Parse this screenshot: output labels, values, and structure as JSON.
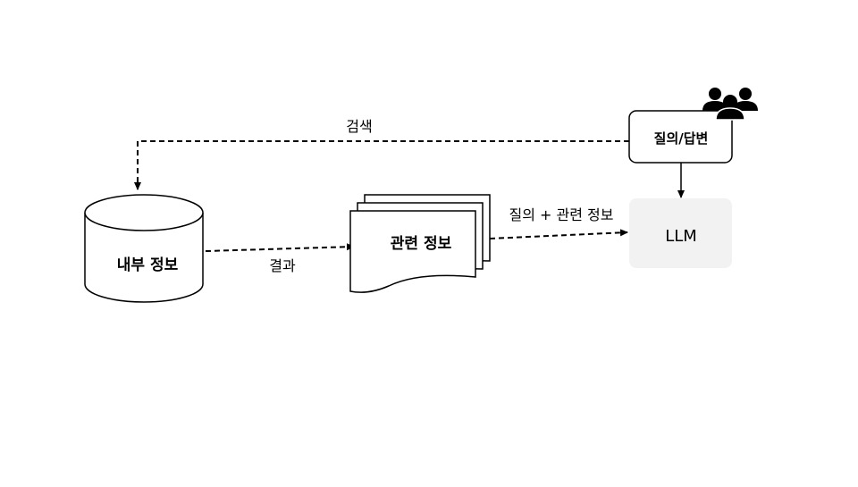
{
  "nodes": {
    "internal_info": "내부 정보",
    "related_info": "관련 정보",
    "qa": "질의/답변",
    "llm": "LLM"
  },
  "edges": {
    "search": "검색",
    "result": "결과",
    "query_plus_related": "질의 + 관련 정보"
  },
  "icons": {
    "users": "users-group-icon"
  },
  "colors": {
    "line": "#000000",
    "llm_box": "#f2f2f2",
    "background": "#ffffff"
  }
}
